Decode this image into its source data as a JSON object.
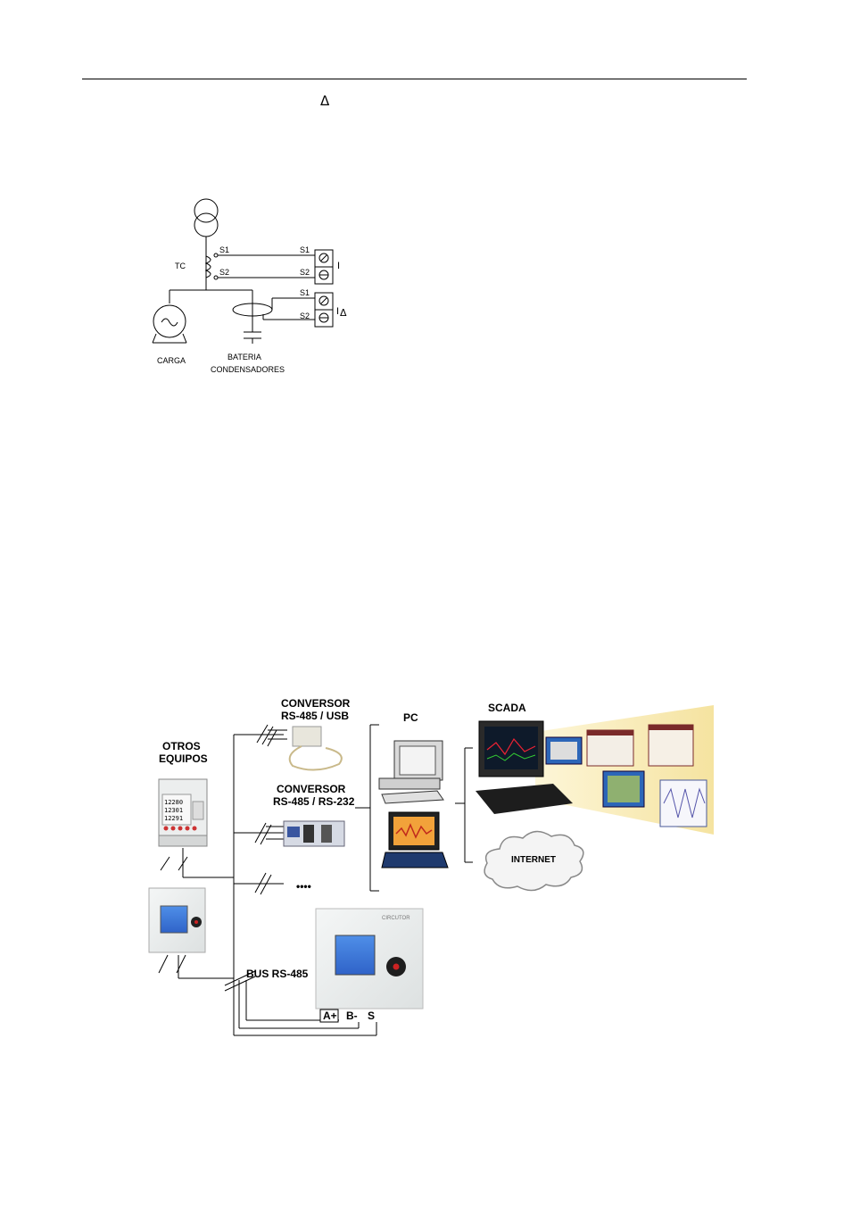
{
  "header": {
    "delta_symbol": "Δ"
  },
  "diagram1": {
    "transformer_label": "TC",
    "s1_left": "S1",
    "s2_left": "S2",
    "s1_right_top": "S1",
    "s2_right_top": "S2",
    "s1_right_bottom": "S1",
    "s2_right_bottom": "S2",
    "terminal_i": "I",
    "terminal_idelta_i": "I",
    "terminal_idelta_delta": "Δ",
    "load_label": "CARGA",
    "capacitor_label_1": "BATERIA",
    "capacitor_label_2": "CONDENSADORES"
  },
  "diagram2": {
    "otros_1": "OTROS",
    "otros_2": "EQUIPOS",
    "usb_1": "CONVERSOR",
    "usb_2": "RS-485 / USB",
    "rs232_1": "CONVERSOR",
    "rs232_2": "RS-485 / RS-232",
    "ellipsis": "••••",
    "pc": "PC",
    "scada": "SCADA",
    "internet": "INTERNET",
    "bus": "BUS RS-485",
    "a_plus": "A+",
    "b_minus": "B-",
    "s": "S",
    "brand": "CIRCUTOR",
    "meter_lines": [
      "12280",
      "12301",
      "12291"
    ]
  }
}
